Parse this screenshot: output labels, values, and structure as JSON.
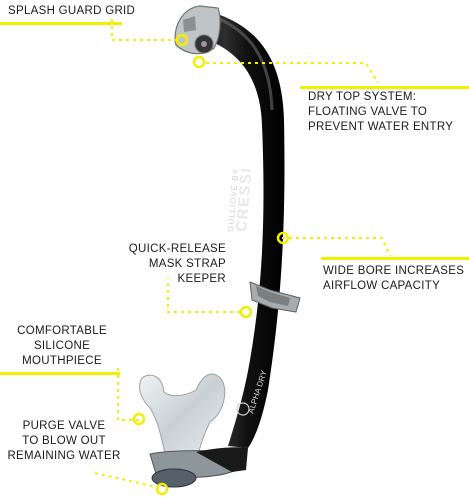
{
  "callouts": {
    "splash_guard": "SPLASH GUARD GRID",
    "dry_top": [
      "DRY TOP SYSTEM:",
      "FLOATING VALVE TO",
      "PREVENT WATER ENTRY"
    ],
    "quick_release": [
      "QUICK-RELEASE",
      "MASK STRAP",
      "KEEPER"
    ],
    "wide_bore": [
      "WIDE BORE INCREASES",
      "AIRFLOW CAPACITY"
    ],
    "mouthpiece": [
      "COMFORTABLE",
      "SILICONE",
      "MOUTHPIECE"
    ],
    "purge_valve": [
      "PURGE VALVE",
      "TO BLOW OUT",
      "REMAINING WATER"
    ]
  },
  "product": {
    "brand": "CRESSI",
    "tube_text": "GULLIOVE BY",
    "badge_text": "ALPHA DRY"
  },
  "colors": {
    "accent_yellow": "#f2f000",
    "tube_black": "#1e1e1e",
    "leader_gray": "#8a8a8a"
  }
}
